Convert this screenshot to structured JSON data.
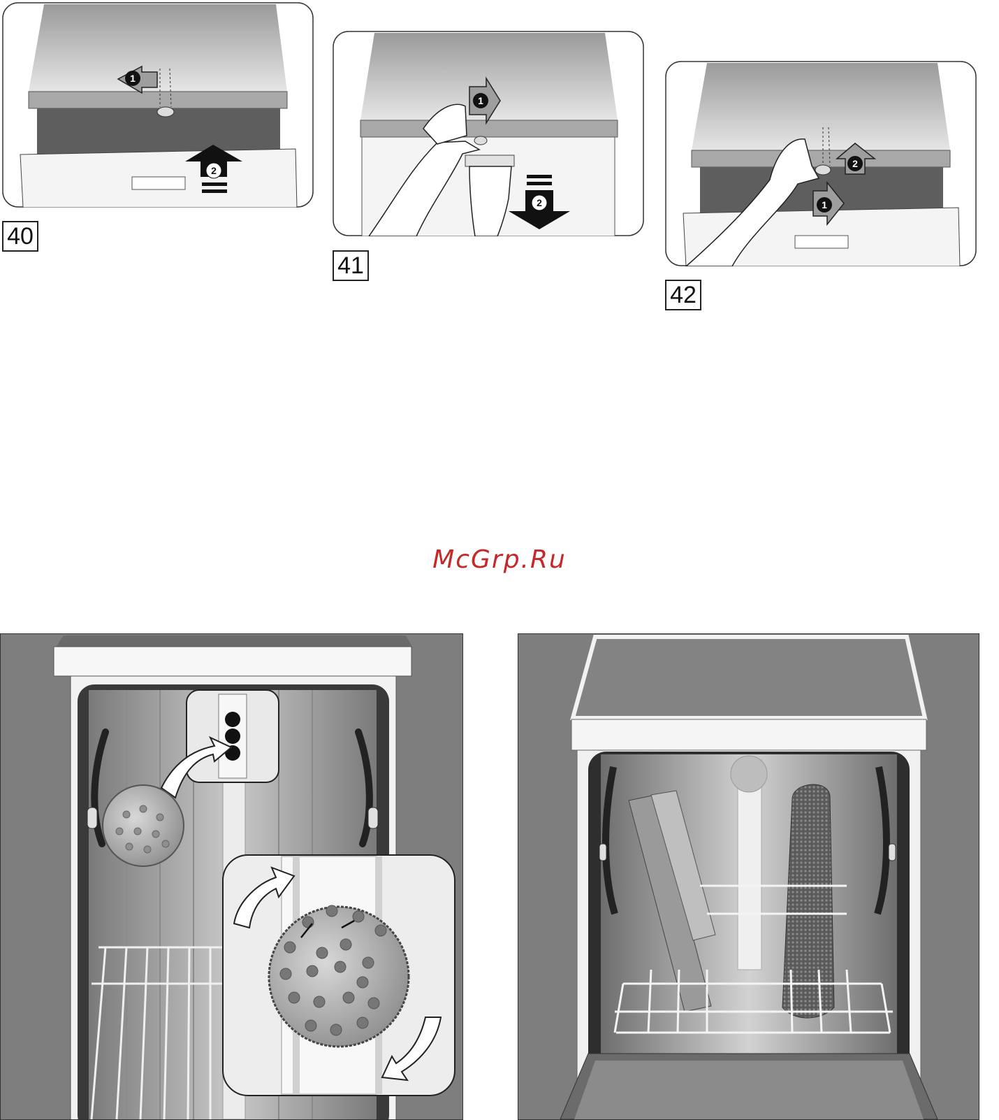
{
  "figures": [
    {
      "number": "40",
      "step_labels": [
        "1",
        "2"
      ]
    },
    {
      "number": "41",
      "step_labels": [
        "1",
        "2"
      ]
    },
    {
      "number": "42",
      "step_labels": [
        "1",
        "2"
      ]
    }
  ],
  "watermark": "McGrp.Ru",
  "icons": [
    "arrow-step-1-icon",
    "arrow-step-2-icon",
    "hand-icon",
    "spray-arm-icon",
    "rotate-arrow-icon"
  ],
  "colors": {
    "panel_bg": "#7e7e7e",
    "watermark": "#c62828",
    "counter_top": "#bdbdbd",
    "appliance_body": "#f2f2f2"
  }
}
